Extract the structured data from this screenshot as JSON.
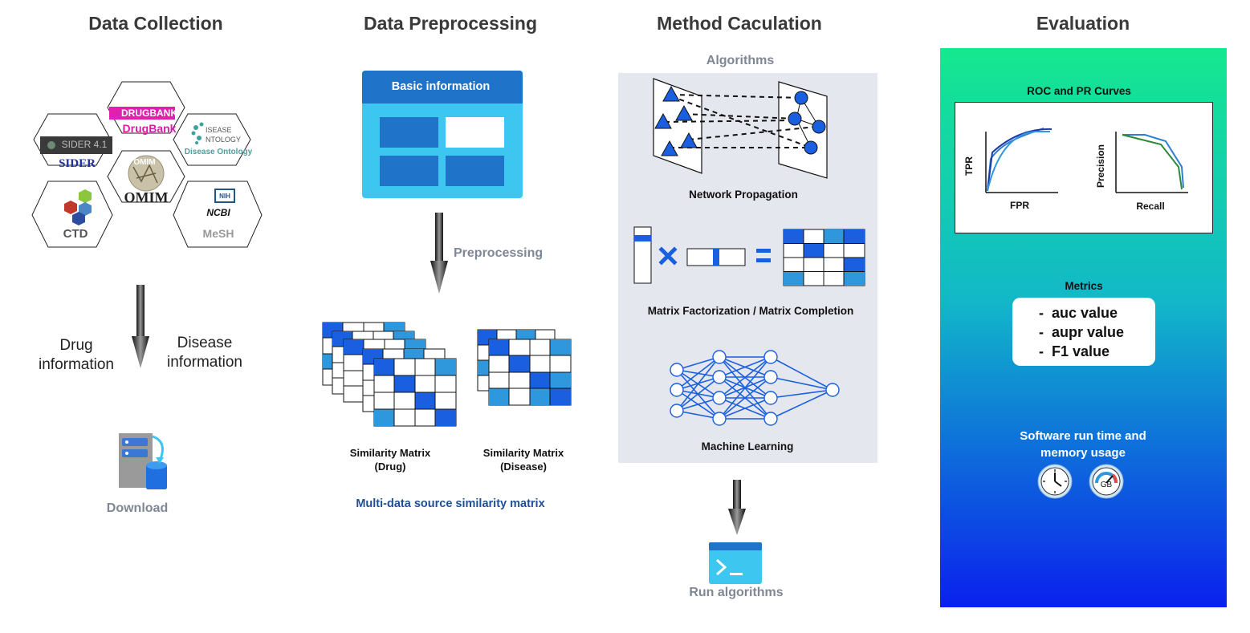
{
  "columns": {
    "collection": "Data Collection",
    "preprocessing": "Data Preprocessing",
    "method": "Method Caculation",
    "evaluation": "Evaluation"
  },
  "collection": {
    "sources": {
      "drugbank_logo": "DRUGBANK",
      "drugbank": "DrugBank",
      "sider_logo": "SIDER 4.1",
      "sider": "SIDER",
      "disease_ontology_logo_1": "ISEASE",
      "disease_ontology_logo_2": "NTOLOGY",
      "disease_ontology": "Disease Ontology",
      "omim_logo": "OMIM",
      "omim": "OMIM",
      "ctd": "CTD",
      "nih": "NIH",
      "ncbi": "NCBI",
      "mesh": "MeSH"
    },
    "drug_info": "Drug information",
    "disease_info": "Disease information",
    "download": "Download"
  },
  "preprocessing": {
    "basic_info": "Basic information",
    "preprocessing": "Preprocessing",
    "sim_drug": "Similarity  Matrix (Drug)",
    "sim_disease": "Similarity  Matrix (Disease)",
    "multi_source": "Multi-data source similarity matrix"
  },
  "method": {
    "algorithms": "Algorithms",
    "network_propagation": "Network Propagation",
    "matrix_factorization": "Matrix Factorization / Matrix Completion",
    "machine_learning": "Machine Learning",
    "run_algorithms": "Run algorithms"
  },
  "evaluation": {
    "roc_pr": "ROC and PR Curves",
    "tpr": "TPR",
    "fpr": "FPR",
    "precision": "Precision",
    "recall": "Recall",
    "metrics": "Metrics",
    "metric_items": [
      "-  auc value",
      "-  aupr value",
      "-  F1 value"
    ],
    "runtime": "Software run time and memory usage",
    "gb": "GB"
  },
  "colors": {
    "matrix_dark": "#1a5fe0",
    "matrix_light": "#2f97dc",
    "panel_grey": "#e4e7ee",
    "eval_top": "#15e88f",
    "eval_bottom": "#0a20ee",
    "basic_blue": "#3dc6ef",
    "basic_header": "#1f73c9"
  }
}
